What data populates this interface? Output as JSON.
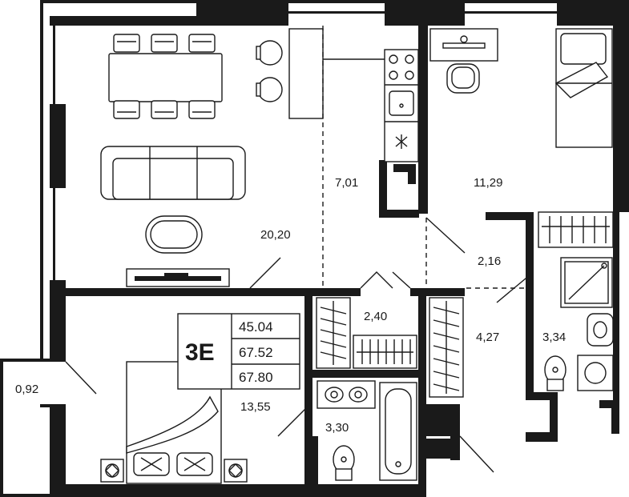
{
  "apartment": {
    "type": "3E",
    "areas": [
      "45.04",
      "67.52",
      "67.80"
    ]
  },
  "rooms": [
    {
      "id": "living",
      "area": "20,20"
    },
    {
      "id": "kitchen",
      "area": "7,01"
    },
    {
      "id": "bedroom-right",
      "area": "11,29"
    },
    {
      "id": "hall",
      "area": "2,16"
    },
    {
      "id": "wardrobe",
      "area": "2,40"
    },
    {
      "id": "corridor",
      "area": "4,27"
    },
    {
      "id": "bathroom-right",
      "area": "3,34"
    },
    {
      "id": "balcony",
      "area": "0,92"
    },
    {
      "id": "bedroom-left",
      "area": "13,55"
    },
    {
      "id": "bathroom-left",
      "area": "3,30"
    }
  ],
  "colors": {
    "wall": "#1a1a1a",
    "background": "#ffffff"
  }
}
